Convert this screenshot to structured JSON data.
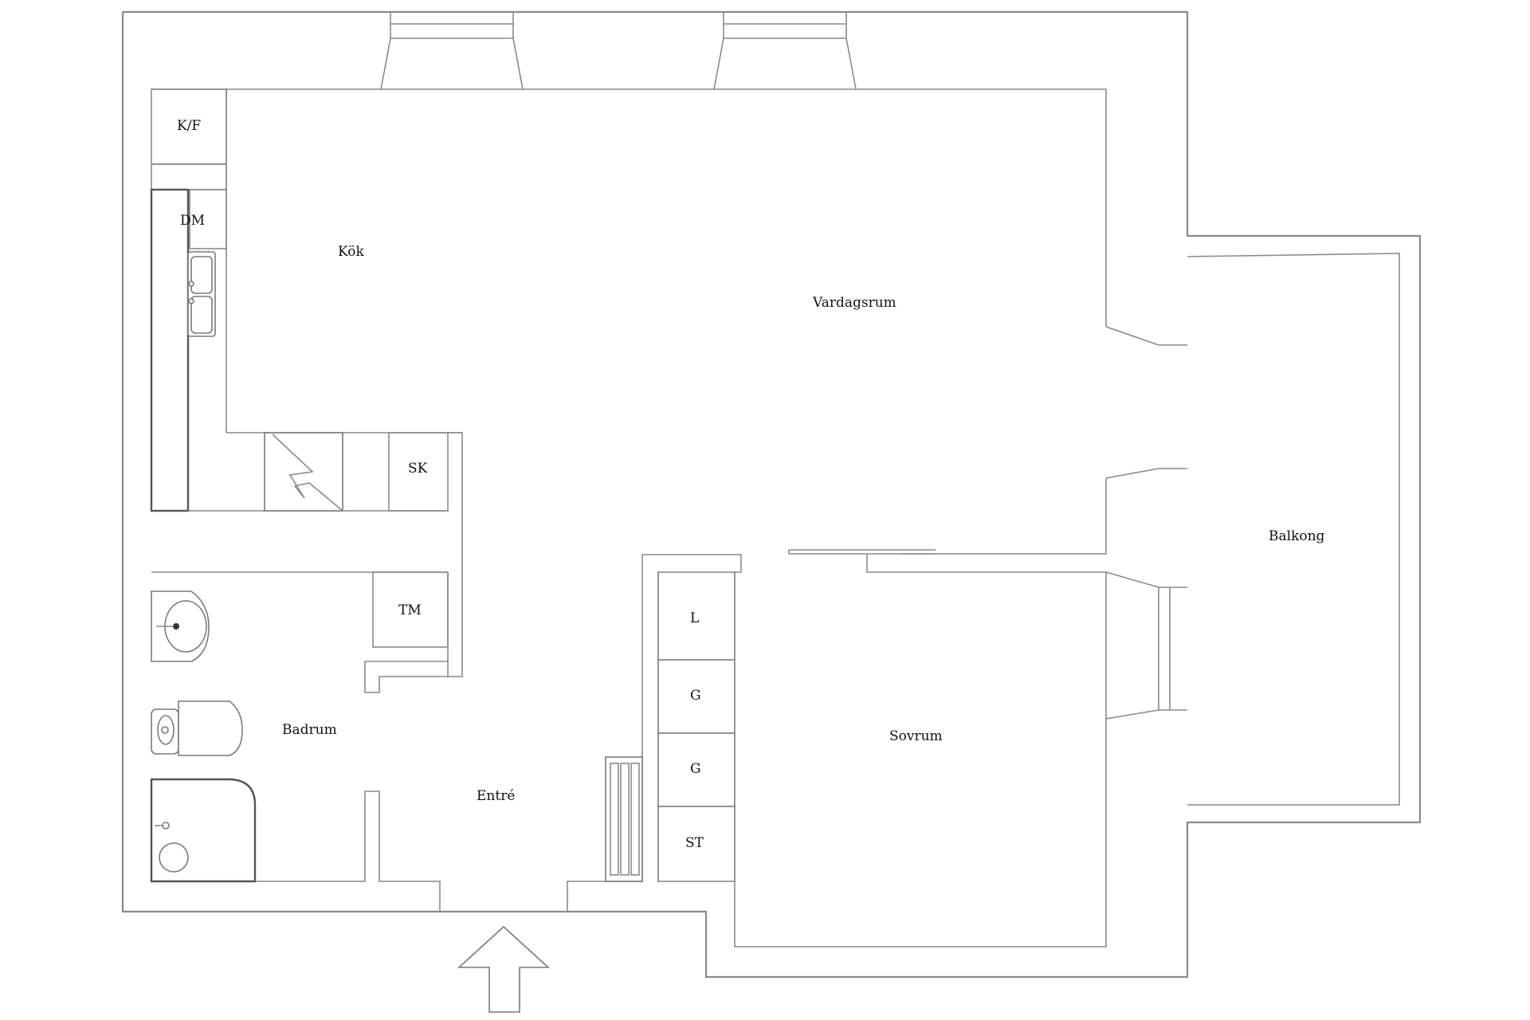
{
  "rooms": {
    "kok": "Kök",
    "vardagsrum": "Vardagsrum",
    "balkong": "Balkong",
    "sovrum": "Sovrum",
    "badrum": "Badrum",
    "entre": "Entré"
  },
  "fixtures": {
    "kf": "K/F",
    "dm": "DM",
    "sk": "SK",
    "tm": "TM",
    "l": "L",
    "g1": "G",
    "g2": "G",
    "st": "ST"
  },
  "icons": {
    "entrance": "entrance-arrow-icon",
    "sink": "kitchen-sink-icon",
    "stove": "stove-icon",
    "washbasin": "washbasin-icon",
    "toilet": "toilet-icon",
    "shower": "shower-icon",
    "radiator": "radiator-icon"
  }
}
